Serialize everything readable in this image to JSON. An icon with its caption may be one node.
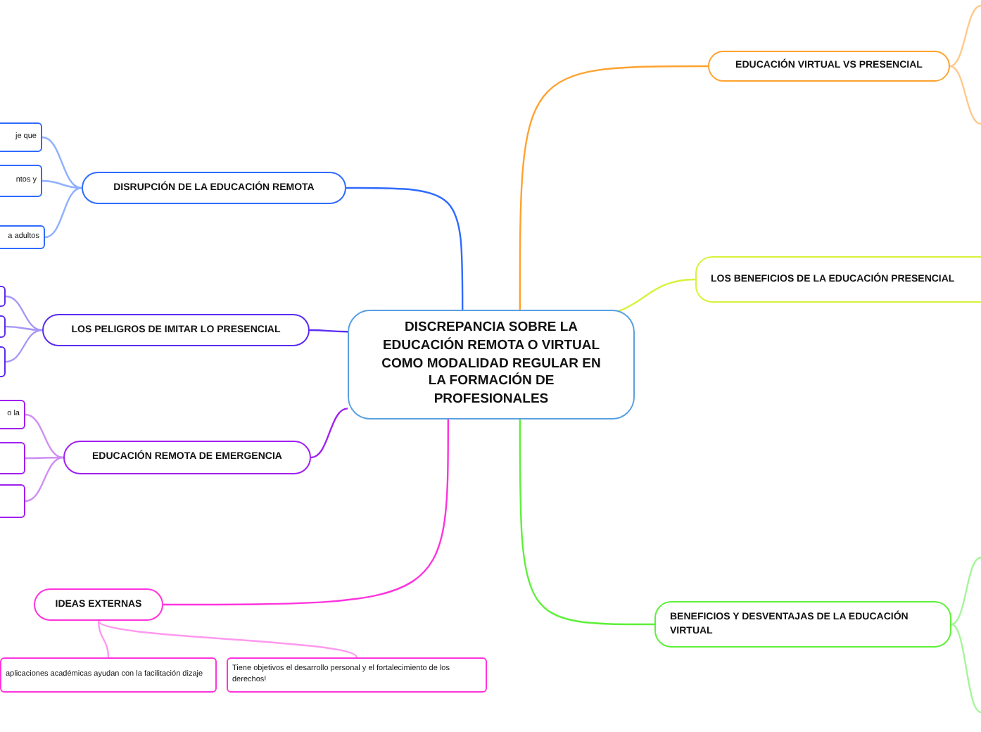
{
  "diagram": {
    "nodes": [
      {
        "text": [
          "DISCREPANCIA SOBRE LA EDUCACIÓN REMOTA O VIRTUAL COMO MODALIDAD REGULAR EN LA FORMACIÓN DE PROFESIONALES"
        ]
      },
      {
        "text": [
          "DISRUPCIÓN DE LA EDUCACIÓN REMOTA"
        ]
      },
      {
        "text": [
          "je que"
        ]
      },
      {
        "text": [
          "ntos y"
        ]
      },
      {
        "text": [
          "a adultos"
        ]
      },
      {
        "text": [
          "LOS PELIGROS DE IMITAR LO PRESENCIAL"
        ]
      },
      {
        "text": [],
        "shape": "box"
      },
      {
        "text": [],
        "shape": "box"
      },
      {
        "text": [],
        "shape": "box"
      },
      {
        "text": [
          "EDUCACIÓN REMOTA DE EMERGENCIA"
        ]
      },
      {
        "text": [
          "o la"
        ]
      },
      {
        "text": [],
        "shape": "box"
      },
      {
        "text": [],
        "shape": "box"
      },
      {
        "text": [
          "IDEAS EXTERNAS"
        ]
      },
      {
        "text": [
          "aplicaciones académicas ayudan con la facilitación dizaje"
        ]
      },
      {
        "text": [
          "Tiene objetivos el desarrollo personal y el fortalecimiento de los derechos!"
        ]
      },
      {
        "text": [
          "EDUCACIÓN VIRTUAL VS PRESENCIAL"
        ]
      },
      {
        "text": [
          "LOS BENEFICIOS DE LA EDUCACIÓN PRESENCIAL"
        ]
      },
      {
        "text": [
          "BENEFICIOS Y DESVENTAJAS DE LA EDUCACIÓN VIRTUAL"
        ]
      }
    ],
    "edges": [
      {
        "from": 0,
        "to": 1,
        "arrow": "none",
        "color": "#2f6bff"
      },
      {
        "from": 0,
        "to": 5,
        "arrow": "none",
        "color": "#5b2cf0"
      },
      {
        "from": 0,
        "to": 9,
        "arrow": "none",
        "color": "#a020f0"
      },
      {
        "from": 0,
        "to": 13,
        "arrow": "none",
        "color": "#ff33dd"
      },
      {
        "from": 0,
        "to": 16,
        "arrow": "none",
        "color": "#ffa22e"
      },
      {
        "from": 0,
        "to": 17,
        "arrow": "none",
        "color": "#d8f23a"
      },
      {
        "from": 0,
        "to": 18,
        "arrow": "none",
        "color": "#5ef03a"
      },
      {
        "from": 1,
        "to": 2,
        "arrow": "none",
        "color": "#8fb0ff"
      },
      {
        "from": 1,
        "to": 3,
        "arrow": "none",
        "color": "#8fb0ff"
      },
      {
        "from": 1,
        "to": 4,
        "arrow": "none",
        "color": "#8fb0ff"
      },
      {
        "from": 5,
        "to": 6,
        "arrow": "none",
        "color": "#a896f5"
      },
      {
        "from": 5,
        "to": 7,
        "arrow": "none",
        "color": "#a896f5"
      },
      {
        "from": 5,
        "to": 8,
        "arrow": "none",
        "color": "#a896f5"
      },
      {
        "from": 9,
        "to": 10,
        "arrow": "none",
        "color": "#cf8ff5"
      },
      {
        "from": 9,
        "to": 11,
        "arrow": "none",
        "color": "#cf8ff5"
      },
      {
        "from": 9,
        "to": 12,
        "arrow": "none",
        "color": "#cf8ff5"
      },
      {
        "from": 13,
        "to": 14,
        "arrow": "none",
        "color": "#ff99ee"
      },
      {
        "from": 13,
        "to": 15,
        "arrow": "none",
        "color": "#ff99ee"
      },
      {
        "from": 16,
        "to": null,
        "arrow": "none",
        "color": "#ffc98a"
      },
      {
        "from": 16,
        "to": null,
        "arrow": "none",
        "color": "#ffc98a"
      },
      {
        "from": 18,
        "to": null,
        "arrow": "none",
        "color": "#a6f59a"
      },
      {
        "from": 18,
        "to": null,
        "arrow": "none",
        "color": "#a6f59a"
      }
    ]
  }
}
